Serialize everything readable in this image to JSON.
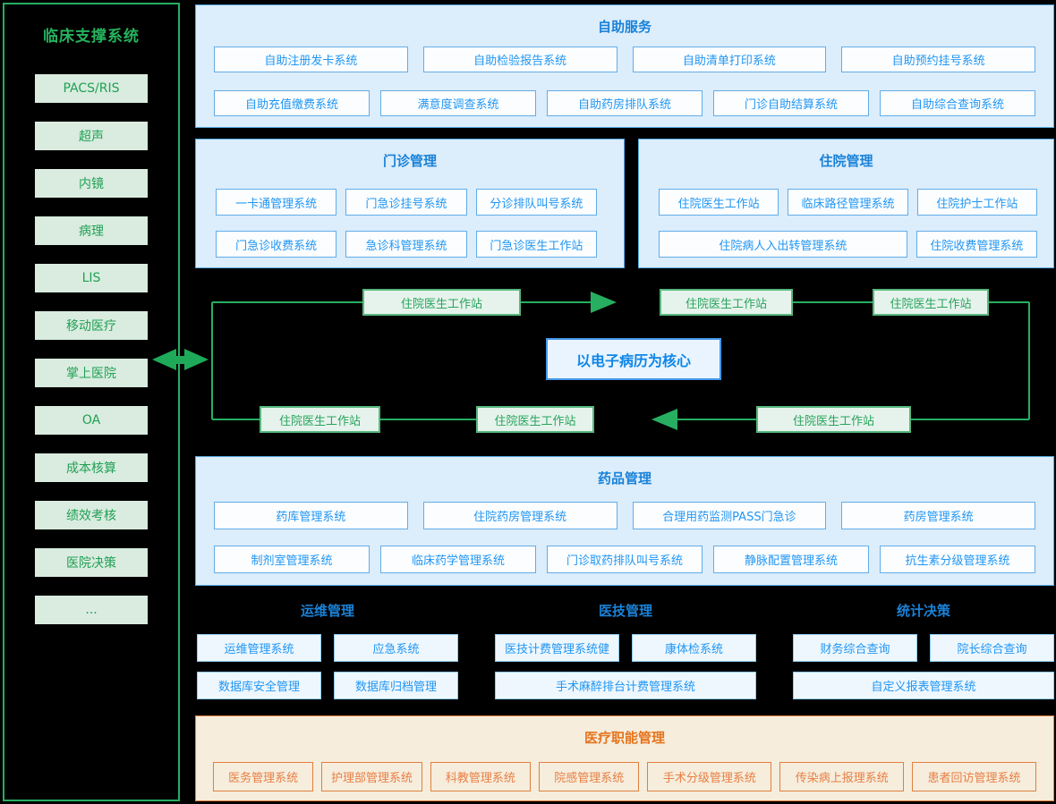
{
  "sidebar": {
    "title": "临床支撑系统",
    "items": [
      "PACS/RIS",
      "超声",
      "内镜",
      "病理",
      "LIS",
      "移动医疗",
      "掌上医院",
      "OA",
      "成本核算",
      "绩效考核",
      "医院决策",
      "..."
    ]
  },
  "sections": {
    "self_service": {
      "title": "自助服务",
      "row1": [
        "自助注册发卡系统",
        "自助检验报告系统",
        "自助清单打印系统",
        "自助预约挂号系统"
      ],
      "row2": [
        "自助充值缴费系统",
        "满意度调查系统",
        "自助药房排队系统",
        "门诊自助结算系统",
        "自助综合查询系统"
      ]
    },
    "outpatient": {
      "title": "门诊管理",
      "row1": [
        "一卡通管理系统",
        "门急诊挂号系统",
        "分诊排队叫号系统"
      ],
      "row2": [
        "门急诊收费系统",
        "急诊科管理系统",
        "门急诊医生工作站"
      ]
    },
    "inpatient": {
      "title": "住院管理",
      "row1": [
        "住院医生工作站",
        "临床路径管理系统",
        "住院护士工作站"
      ],
      "row2": [
        "住院病人入出转管理系统",
        "住院收费管理系统"
      ]
    },
    "flow": {
      "center": "以电子病历为核心",
      "nodes": [
        "住院医生工作站",
        "住院医生工作站",
        "住院医生工作站",
        "住院医生工作站",
        "住院医生工作站",
        "住院医生工作站"
      ]
    },
    "pharmacy": {
      "title": "药品管理",
      "row1": [
        "药库管理系统",
        "住院药房管理系统",
        "合理用药监测PASS门急诊",
        "药房管理系统"
      ],
      "row2": [
        "制剂室管理系统",
        "临床药学管理系统",
        "门诊取药排队叫号系统",
        "静脉配置管理系统",
        "抗生素分级管理系统"
      ]
    },
    "ops": {
      "title": "运维管理",
      "row1": [
        "运维管理系统",
        "应急系统"
      ],
      "row2": [
        "数据库安全管理",
        "数据库归档管理"
      ]
    },
    "medtech": {
      "title": "医技管理",
      "row1": [
        "医技计费管理系统健",
        "康体检系统"
      ],
      "row2": [
        "手术麻醉排台计费管理系统"
      ]
    },
    "stats": {
      "title": "统计决策",
      "row1": [
        "财务综合查询",
        "院长综合查询"
      ],
      "row2": [
        "自定义报表管理系统"
      ]
    },
    "medical_admin": {
      "title": "医疗职能管理",
      "items": [
        "医务管理系统",
        "护理部管理系统",
        "科教管理系统",
        "院感管理系统",
        "手术分级管理系统",
        "传染病上报理系统",
        "患者回访管理系统"
      ]
    }
  },
  "colors": {
    "green_accent": "#27ae60",
    "green_text": "#21a055",
    "blue_title": "#1a82d8",
    "blue_text": "#2196f3",
    "orange_accent": "#e2813f",
    "section_blue_bg": "#dcedfb",
    "section_orange_bg": "#f6eddc",
    "background": "#000000"
  }
}
